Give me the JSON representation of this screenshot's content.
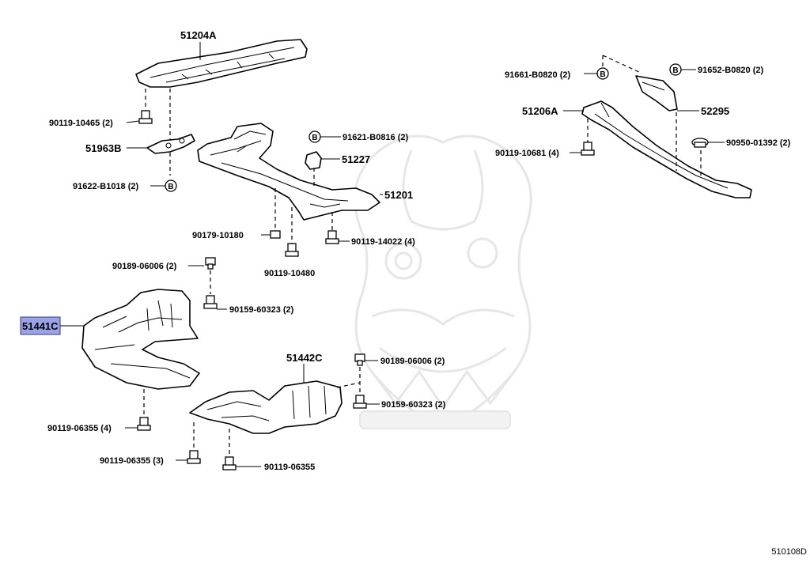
{
  "parts": {
    "p51204A": "51204A",
    "p90119_10465": "90119-10465 (2)",
    "p51963B": "51963B",
    "p91622_B1018": "91622-B1018 (2)",
    "p91621_B0816": "91621-B0816 (2)",
    "p51227": "51227",
    "p51201": "51201",
    "p90179_10180": "90179-10180",
    "p90119_14022": "90119-14022 (4)",
    "p90119_10480": "90119-10480",
    "p91661_B0820": "91661-B0820 (2)",
    "p91652_B0820": "91652-B0820 (2)",
    "p51206A": "51206A",
    "p52295": "52295",
    "p90119_10681": "90119-10681 (4)",
    "p90950_01392": "90950-01392 (2)",
    "p90189_06006_a": "90189-06006 (2)",
    "p90159_60323_a": "90159-60323 (2)",
    "p51441C": "51441C",
    "p51442C": "51442C",
    "p90189_06006_b": "90189-06006 (2)",
    "p90159_60323_b": "90159-60323 (2)",
    "p90119_06355_a": "90119-06355 (4)",
    "p90119_06355_b": "90119-06355 (3)",
    "p90119_06355_c": "90119-06355"
  },
  "badges": {
    "b": "B"
  },
  "diagram_code": "510108D",
  "colors": {
    "highlight": "#9aa3e6",
    "watermark": "#e6e6e6"
  }
}
